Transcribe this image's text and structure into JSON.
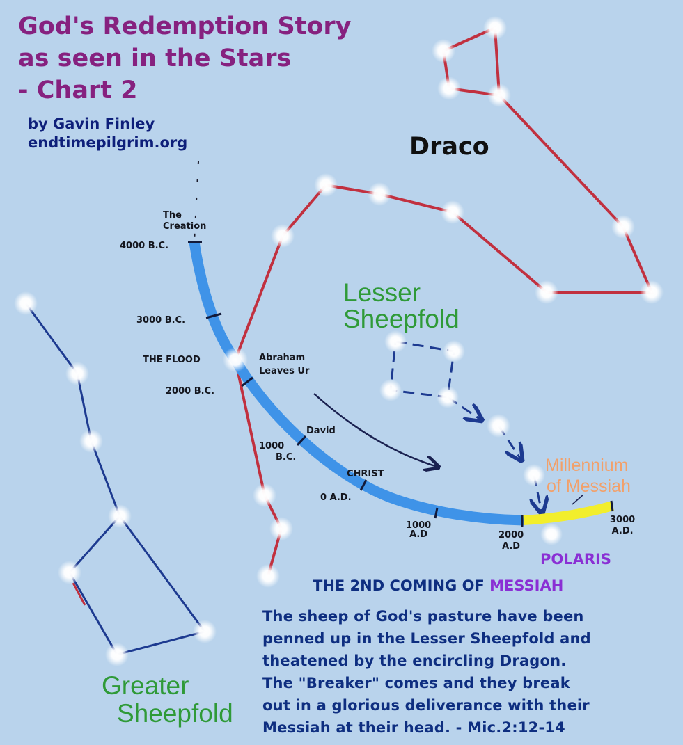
{
  "title_lines": [
    "God's Redemption Story",
    "as seen in the Stars",
    "- Chart 2"
  ],
  "byline": [
    "by Gavin Finley",
    "endtimepilgrim.org"
  ],
  "constellations": {
    "draco": "Draco",
    "lesser": [
      "Lesser",
      "Sheepfold"
    ],
    "greater": [
      "Greater",
      "Sheepfold"
    ],
    "polaris": "POLARIS"
  },
  "millennium": [
    "Millennium",
    "of Messiah"
  ],
  "timeline_labels": {
    "the_creation": [
      "The",
      "Creation"
    ],
    "b4000": "4000 B.C.",
    "b3000": "3000 B.C.",
    "flood": "THE FLOOD",
    "abraham": [
      "Abraham",
      "Leaves Ur"
    ],
    "b2000": "2000 B.C.",
    "david": "David",
    "b1000": [
      "1000",
      "B.C."
    ],
    "christ": "CHRIST",
    "ad0": "0 A.D.",
    "ad1000": [
      "1000",
      "A.D"
    ],
    "ad2000": [
      "2000",
      "A.D"
    ],
    "ad3000": [
      "3000",
      "A.D."
    ]
  },
  "second_coming": {
    "prefix": "THE 2ND COMING OF ",
    "highlight": "MESSIAH"
  },
  "description": [
    "The sheep of God's pasture have been",
    "penned up in the Lesser Sheepfold and",
    "theatened by the encircling Dragon.",
    "The \"Breaker\" comes and they break",
    "out in a glorious deliverance with their",
    "Messiah at their head. - Mic.2:12-14"
  ],
  "colors": {
    "background": "#b9d3ec",
    "title": "#86217f",
    "byline": "#0e1f7a",
    "dragon_line": "#c1303f",
    "fold_line": "#1d3a90",
    "timeline": "#3f93e8",
    "millennium_bar": "#f2ee2c",
    "green": "#2f9a38",
    "orange": "#f2a06a",
    "purple": "#8a2fd4"
  }
}
